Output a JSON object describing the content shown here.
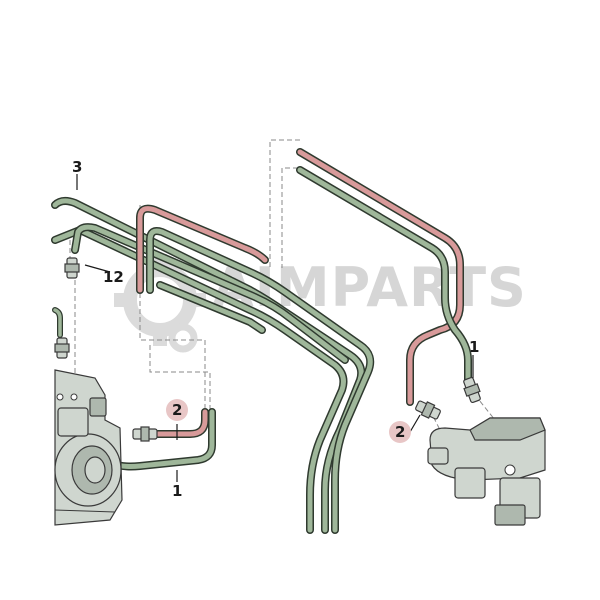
{
  "callouts": {
    "c3": "3",
    "c12": "12",
    "c2_left": "2",
    "c1_left": "1",
    "c1_right": "1",
    "c2_right": "2"
  },
  "watermark": {
    "text": "AIMPARTS"
  },
  "colors": {
    "pipe_green": "#9fb79a",
    "pipe_red": "#d89a9a",
    "outline": "#2f3a2f",
    "highlight_circle": "#e8c6c6"
  }
}
